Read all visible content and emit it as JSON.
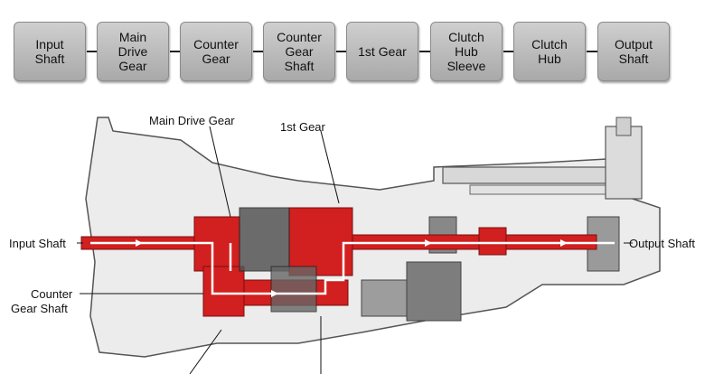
{
  "flow": {
    "steps": [
      "Input\nShaft",
      "Main\nDrive\nGear",
      "Counter\nGear",
      "Counter\nGear\nShaft",
      "1st Gear",
      "Clutch\nHub\nSleeve",
      "Clutch\nHub",
      "Output\nShaft"
    ]
  },
  "labels": {
    "main_drive_gear": "Main Drive Gear",
    "first_gear": "1st Gear",
    "input_shaft": "Input Shaft",
    "output_shaft": "Output Shaft",
    "counter_gear_shaft_line1": "Counter",
    "counter_gear_shaft_line2": "Gear Shaft"
  },
  "colors": {
    "power_flow": "#d21f1f",
    "step_box": "#bdbdbd",
    "housing": "#e6e6e6"
  }
}
